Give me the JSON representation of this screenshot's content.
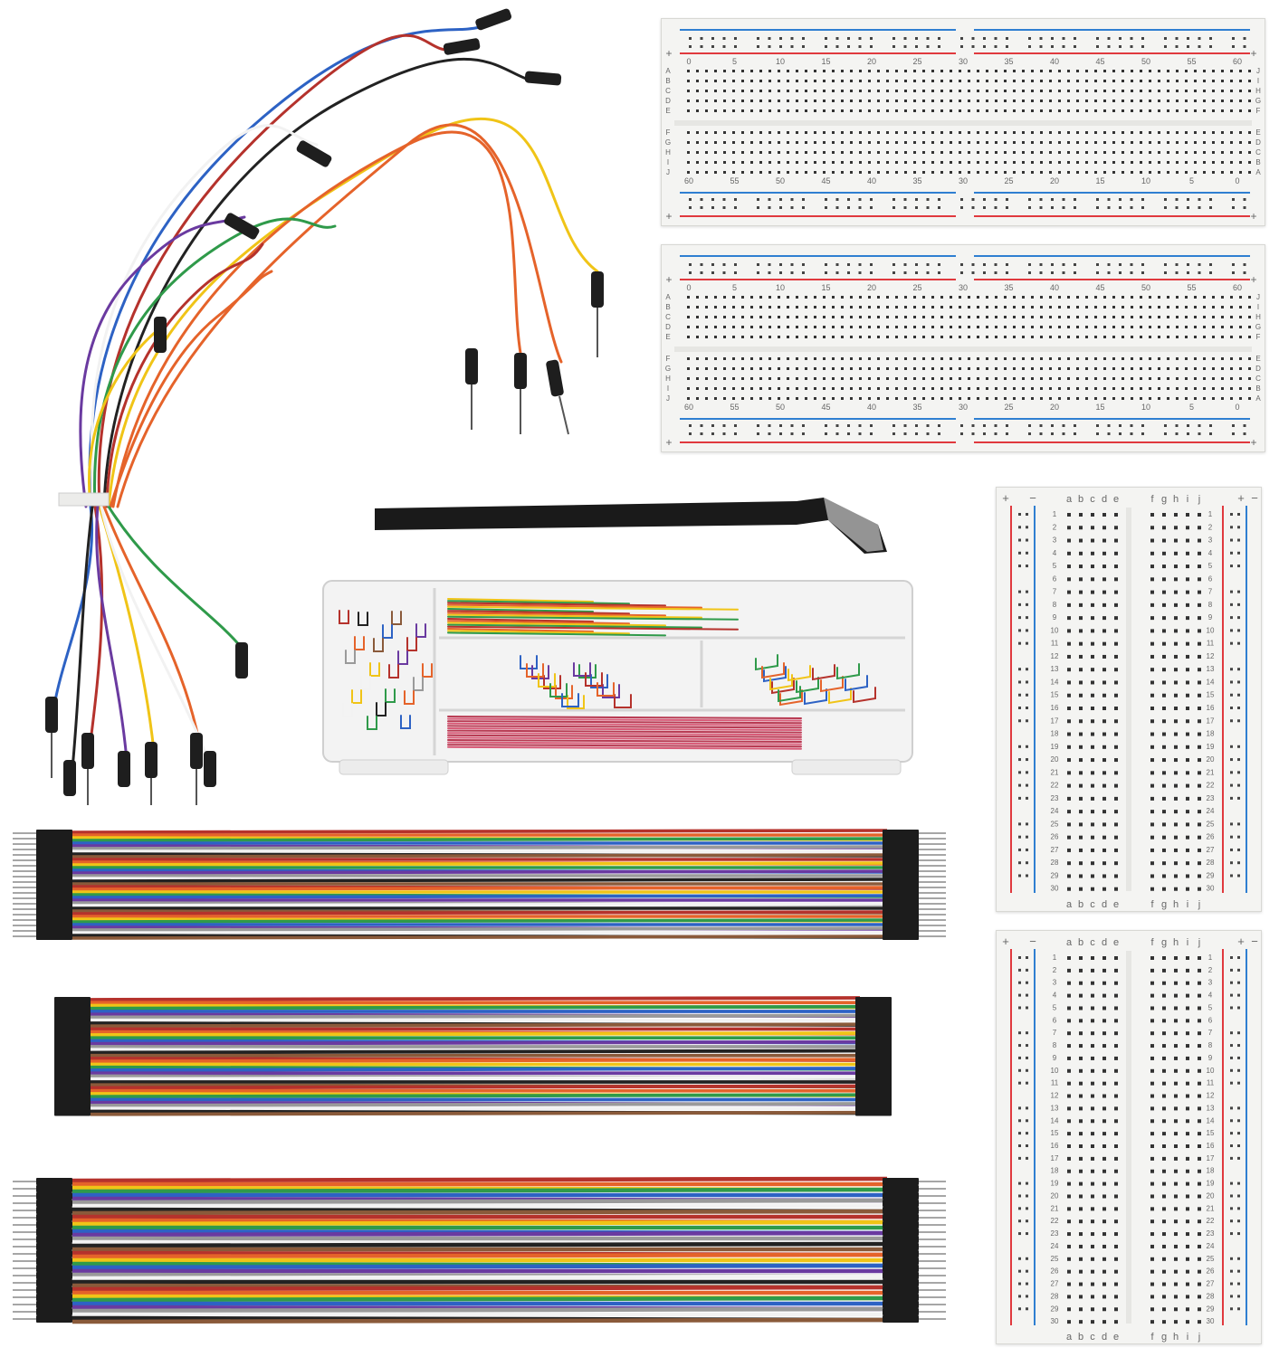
{
  "photo": {
    "subject": "breadboard-jumper-wire-kit",
    "colors": {
      "background": "#ffffff",
      "board": "#f4f4f2",
      "rail_red": "#e0393e",
      "rail_blue": "#2f7fd1",
      "wire_palette": [
        "#b5322c",
        "#e5632a",
        "#f0c417",
        "#2f9a4a",
        "#2d62c4",
        "#6a3aa0",
        "#9a9a9a",
        "#f2f2f2",
        "#222222",
        "#8a5a3a"
      ]
    },
    "large_breadboard": {
      "top_numbers": [
        "0",
        "5",
        "10",
        "15",
        "20",
        "25",
        "30",
        "35",
        "40",
        "45",
        "50",
        "55",
        "60"
      ],
      "bottom_numbers": [
        "60",
        "55",
        "50",
        "45",
        "40",
        "35",
        "30",
        "25",
        "20",
        "15",
        "10",
        "5",
        "0"
      ],
      "rows_left_top": [
        "A",
        "B",
        "C",
        "D",
        "E"
      ],
      "rows_left_bottom": [
        "F",
        "G",
        "H",
        "I",
        "J"
      ],
      "rows_right_top": [
        "J",
        "I",
        "H",
        "G",
        "F"
      ],
      "rows_right_bottom": [
        "E",
        "D",
        "C",
        "B",
        "A"
      ],
      "plus": "+"
    },
    "half_breadboard": {
      "cols_left": [
        "a",
        "b",
        "c",
        "d",
        "e"
      ],
      "cols_right": [
        "f",
        "g",
        "h",
        "i",
        "j"
      ],
      "row_count": 30,
      "plus": "+",
      "minus": "−"
    }
  }
}
